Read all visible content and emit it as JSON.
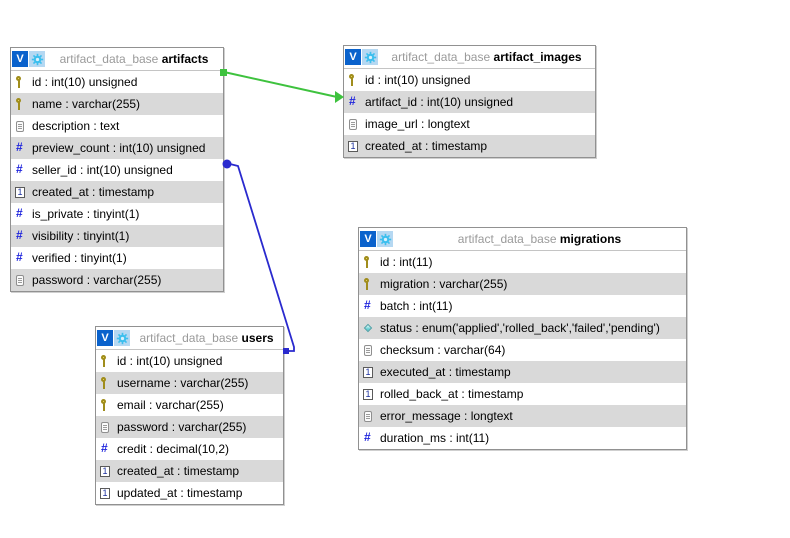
{
  "ui": {
    "toggle_label": "V"
  },
  "tables": {
    "artifacts": {
      "db": "artifact_data_base",
      "name": "artifacts",
      "fields": [
        {
          "icon": "key",
          "text": "id : int(10) unsigned"
        },
        {
          "icon": "key",
          "text": "name : varchar(255)"
        },
        {
          "icon": "text",
          "text": "description : text"
        },
        {
          "icon": "number",
          "text": "preview_count : int(10) unsigned"
        },
        {
          "icon": "number",
          "text": "seller_id : int(10) unsigned"
        },
        {
          "icon": "datetime",
          "text": "created_at : timestamp"
        },
        {
          "icon": "number",
          "text": "is_private : tinyint(1)"
        },
        {
          "icon": "number",
          "text": "visibility : tinyint(1)"
        },
        {
          "icon": "number",
          "text": "verified : tinyint(1)"
        },
        {
          "icon": "text",
          "text": "password : varchar(255)"
        }
      ]
    },
    "artifact_images": {
      "db": "artifact_data_base",
      "name": "artifact_images",
      "fields": [
        {
          "icon": "key",
          "text": "id : int(10) unsigned"
        },
        {
          "icon": "number",
          "text": "artifact_id : int(10) unsigned"
        },
        {
          "icon": "text",
          "text": "image_url : longtext"
        },
        {
          "icon": "datetime",
          "text": "created_at : timestamp"
        }
      ]
    },
    "migrations": {
      "db": "artifact_data_base",
      "name": "migrations",
      "fields": [
        {
          "icon": "key",
          "text": "id : int(11)"
        },
        {
          "icon": "key",
          "text": "migration : varchar(255)"
        },
        {
          "icon": "number",
          "text": "batch : int(11)"
        },
        {
          "icon": "enum",
          "text": "status : enum('applied','rolled_back','failed','pending')"
        },
        {
          "icon": "text",
          "text": "checksum : varchar(64)"
        },
        {
          "icon": "datetime",
          "text": "executed_at : timestamp"
        },
        {
          "icon": "datetime",
          "text": "rolled_back_at : timestamp"
        },
        {
          "icon": "text",
          "text": "error_message : longtext"
        },
        {
          "icon": "number",
          "text": "duration_ms : int(11)"
        }
      ]
    },
    "users": {
      "db": "artifact_data_base",
      "name": "users",
      "fields": [
        {
          "icon": "key",
          "text": "id : int(10) unsigned"
        },
        {
          "icon": "key",
          "text": "username : varchar(255)"
        },
        {
          "icon": "key",
          "text": "email : varchar(255)"
        },
        {
          "icon": "text",
          "text": "password : varchar(255)"
        },
        {
          "icon": "number",
          "text": "credit : decimal(10,2)"
        },
        {
          "icon": "datetime",
          "text": "created_at : timestamp"
        },
        {
          "icon": "datetime",
          "text": "updated_at : timestamp"
        }
      ]
    }
  },
  "relations": [
    {
      "name": "artifacts.id -> artifact_images.artifact_id",
      "color": "#3ec23e"
    },
    {
      "name": "artifacts.seller_id -> users.id",
      "color": "#2a2ace"
    }
  ]
}
